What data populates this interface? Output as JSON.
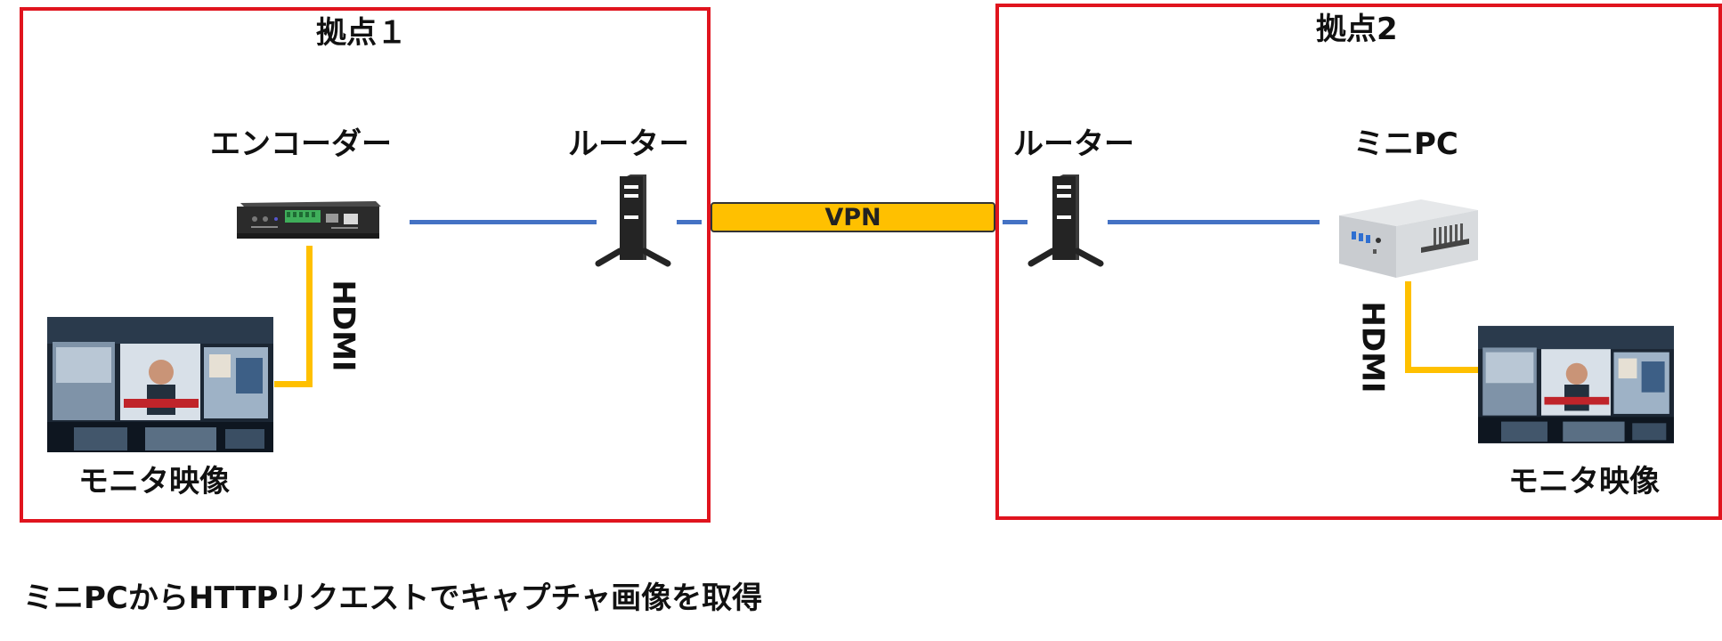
{
  "site1": {
    "title": "拠点１",
    "encoder_label": "エンコーダー",
    "router_label": "ルーター",
    "hdmi_label": "HDMI",
    "monitor_label": "モニタ映像"
  },
  "site2": {
    "title": "拠点2",
    "router_label": "ルーター",
    "minipc_label": "ミニPC",
    "hdmi_label": "HDMI",
    "monitor_label": "モニタ映像"
  },
  "vpn": {
    "label": "VPN"
  },
  "caption": "ミニPCからHTTPリクエストでキャプチャ画像を取得",
  "colors": {
    "box_border": "#e0141e",
    "network_line": "#4472c4",
    "hdmi_line": "#ffc000",
    "vpn_fill": "#ffc000"
  }
}
